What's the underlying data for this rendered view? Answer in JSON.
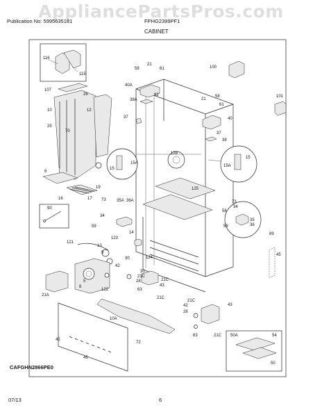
{
  "watermark": "AppliancePartsPros.com",
  "header": {
    "publication": "Publication No: 5995635181",
    "model": "FPHG2399PF1",
    "section": "CABINET"
  },
  "footer": {
    "code": "CAFGHN2866PE0",
    "date": "07/13",
    "page": "6"
  },
  "callouts": [
    "116",
    "115",
    "107",
    "26",
    "10",
    "25",
    "12",
    "70",
    "6",
    "16",
    "17",
    "19",
    "58",
    "21",
    "61",
    "40A",
    "92",
    "38A",
    "37",
    "14",
    "100",
    "101",
    "21",
    "58",
    "61",
    "40",
    "38",
    "37",
    "128",
    "15",
    "15A",
    "15A",
    "15",
    "125",
    "73",
    "35A",
    "36A",
    "34",
    "59",
    "73",
    "34",
    "58",
    "35",
    "36",
    "59",
    "90",
    "123",
    "121",
    "13",
    "9",
    "30",
    "42",
    "21C",
    "28",
    "43",
    "63",
    "21C",
    "5",
    "122",
    "21A",
    "8",
    "30",
    "21C",
    "89",
    "45",
    "124",
    "10A",
    "45",
    "45",
    "72",
    "21C",
    "42",
    "28",
    "43",
    "63",
    "21C",
    "50A",
    "54",
    "50"
  ]
}
